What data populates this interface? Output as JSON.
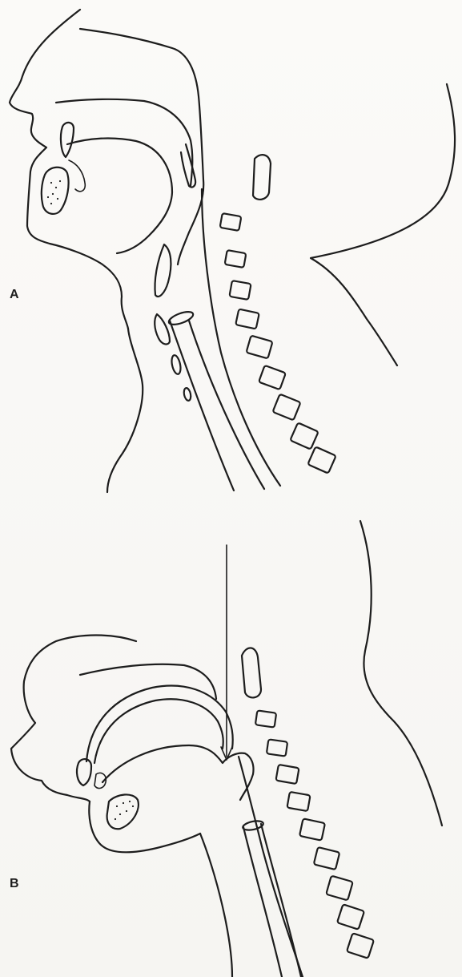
{
  "figure": {
    "panels": [
      {
        "id": "A",
        "label": "A"
      },
      {
        "id": "B",
        "label": "B"
      }
    ],
    "colors": {
      "ink": "#1d1d1d",
      "paper": "#f8f7f4"
    }
  }
}
